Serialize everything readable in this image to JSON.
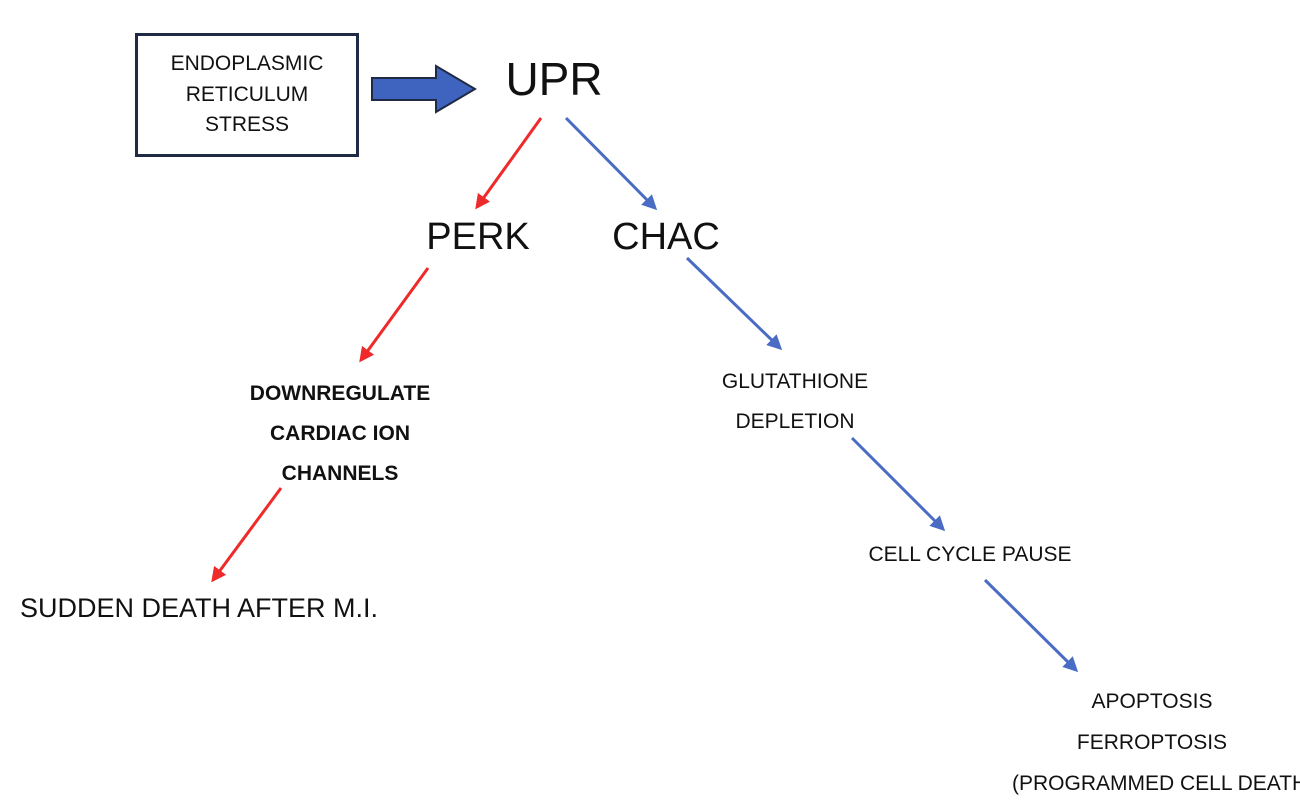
{
  "nodes": {
    "er_stress": {
      "lines": [
        "ENDOPLASMIC",
        "RETICULUM",
        "STRESS"
      ]
    },
    "upr": {
      "label": "UPR"
    },
    "perk": {
      "label": "PERK"
    },
    "chac": {
      "label": "CHAC"
    },
    "downregulate": {
      "lines": [
        "DOWNREGULATE",
        "CARDIAC ION",
        "CHANNELS"
      ]
    },
    "glutathione": {
      "lines": [
        "GLUTATHIONE",
        "DEPLETION"
      ]
    },
    "sudden_death": {
      "label": "SUDDEN DEATH AFTER M.I."
    },
    "cell_cycle": {
      "label": "CELL CYCLE PAUSE"
    },
    "apoptosis": {
      "lines": [
        "APOPTOSIS",
        "FERROPTOSIS",
        "(PROGRAMMED CELL DEATH)"
      ]
    }
  },
  "colors": {
    "red_path": "#ee2a2a",
    "blue_path": "#4a6cc4",
    "block_arrow_fill": "#3f64c0",
    "block_arrow_stroke": "#1f2a44",
    "box_border": "#1f2a44"
  }
}
